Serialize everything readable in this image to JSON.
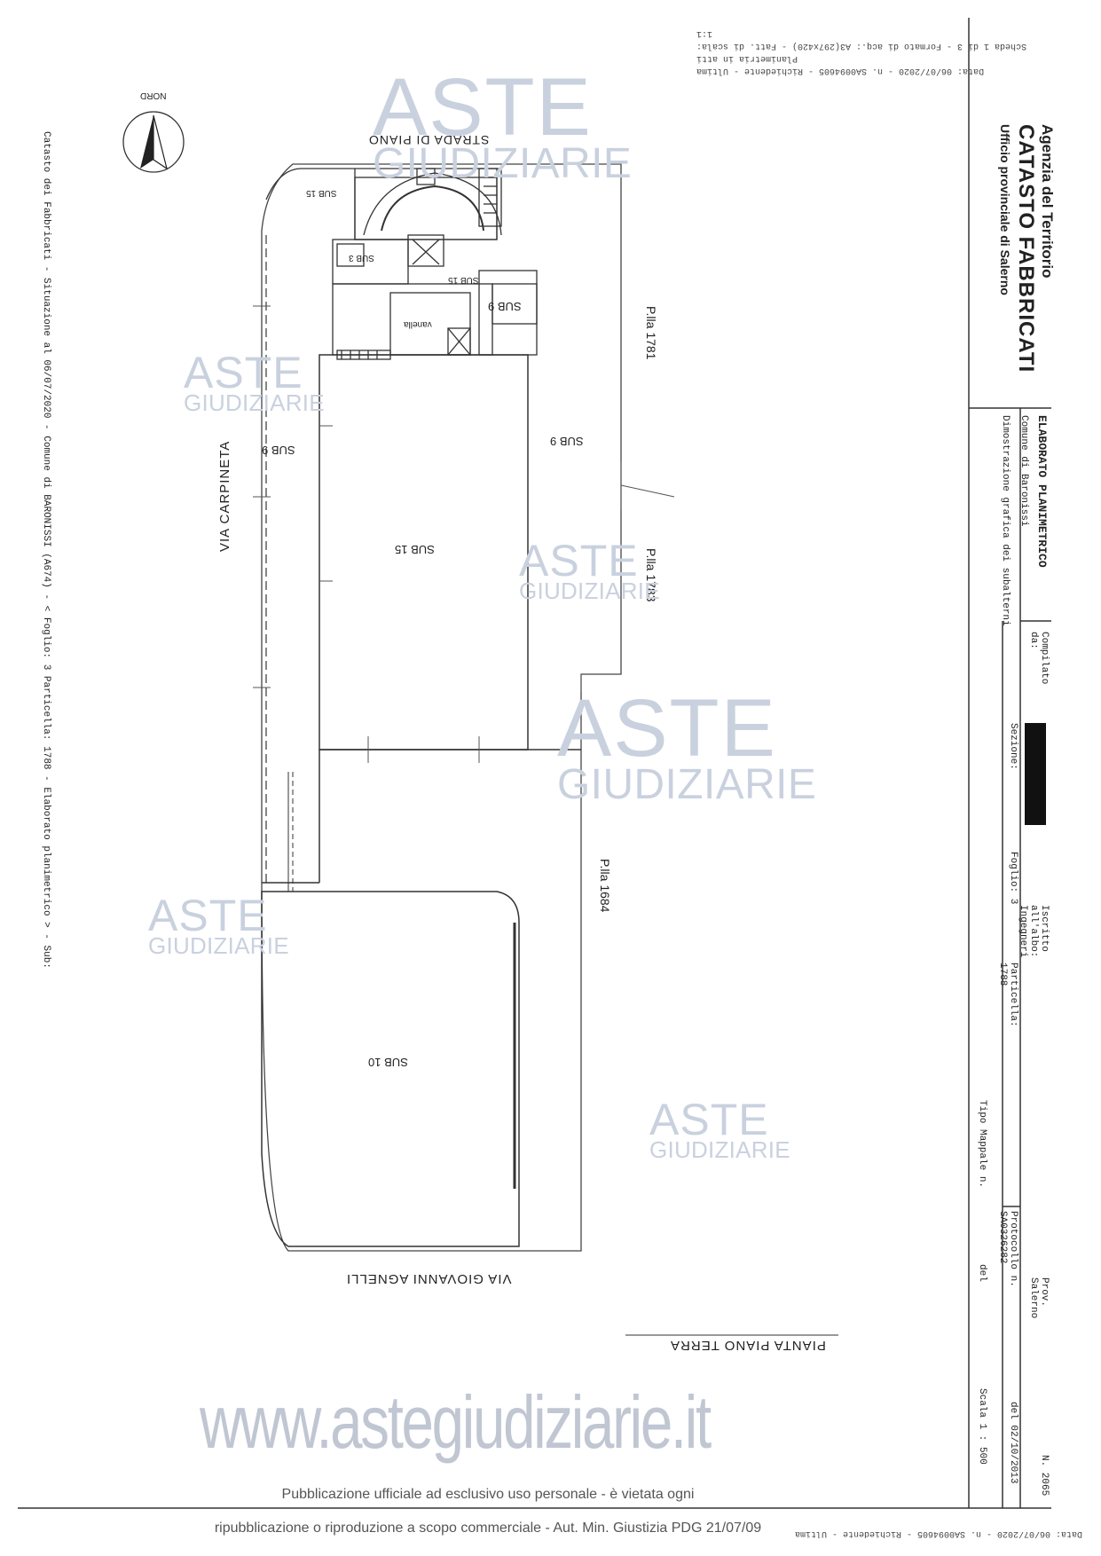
{
  "header": {
    "data_line": "Data: 06/07/2020 - n. SA0094605 - Richiedente - Ultima Planimetria in atti",
    "scheda_line": "Scheda 1 di 3 - Formato di acq.: A3(297x420) - Fatt. di scala: 1:1",
    "agency": "Agenzia del Territorio",
    "catasto": "CATASTO FABBRICATI",
    "ufficio": "Ufficio provinciale di Salerno"
  },
  "form": {
    "elaborato": "ELABORATO PLANIMETRICO",
    "comune": "Comune di Baronissi",
    "dimostrazione": "Dimostrazione grafica dei subalterni",
    "compilato": "Compilato da:",
    "sezione": "Sezione:",
    "foglio": "Foglio: 3",
    "iscritto": "Iscritto all'albo: Ingegneri",
    "particella": "Particella: 1788",
    "tipo": "Tipo Mappale n.",
    "del1": "del",
    "prov": "Prov. Salerno",
    "n": "N. 2065",
    "protocollo": "Protocollo n. SA0326282",
    "del2": "del 02/10/2013",
    "scala": "Scala 1 : 500"
  },
  "plan": {
    "nord": "NORD",
    "strada": "STRADA DI PIANO",
    "via_carpineta": "VIA CARPINETA",
    "via_agnelli": "VIA GIOVANNI AGNELLI",
    "pianta": "PIANTA PIANO TERRA",
    "plla_1781": "P.lla 1781",
    "plla_1783": "P.lla 1783",
    "plla_1684": "P.lla 1684",
    "sub15_top": "SUB 15",
    "sub3": "SUB 3",
    "sub15_small": "SUB 15",
    "sub9_small": "SUB 9",
    "vanella": "vanella",
    "sub9_main": "SUB 9",
    "sub9_left": "SUB 9",
    "sub15_main": "SUB 15",
    "sub10": "SUB 10"
  },
  "side_text": "Catasto dei Fabbricati - Situazione al 06/07/2020 - Comune di BARONISSI (A674) - < Foglio: 3 Particella: 1788 - Elaborato planimetrico > - Sub:",
  "bottom_data": "Data: 06/07/2020 - n. SA0094605 - Richiedente - Ultima Planimetria in atti",
  "watermark": {
    "aste": "ASTE",
    "giudiziarie": "GIUDIZIARIE",
    "website": "www.astegiudiziarie.it"
  },
  "footer": {
    "line1": "Pubblicazione ufficiale ad esclusivo uso personale - è vietata ogni",
    "line2": "ripubblicazione o riproduzione a scopo commerciale - Aut. Min. Giustizia PDG 21/07/09"
  }
}
